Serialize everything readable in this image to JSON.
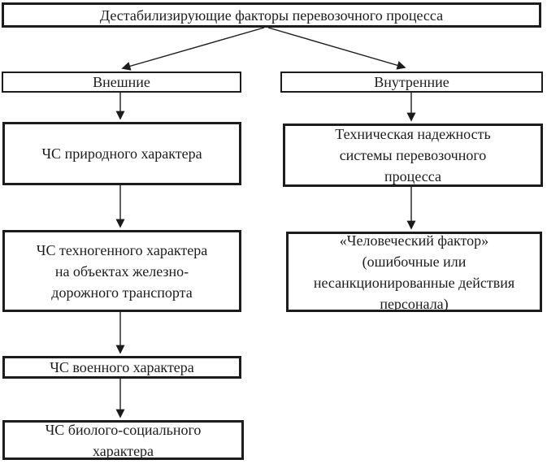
{
  "diagram": {
    "root": {
      "label": "Дестабилизирующие факторы перевозочного процесса"
    },
    "branches": [
      {
        "label": "Внешние",
        "children": [
          {
            "label": "ЧС природного характера"
          },
          {
            "label": "ЧС техногенного характера\nна объектах железно-\nдорожного транспорта"
          },
          {
            "label": "ЧС военного характера"
          },
          {
            "label": "ЧС биолого-социального\nхарактера"
          }
        ]
      },
      {
        "label": "Внутренние",
        "children": [
          {
            "label": "Техническая надежность\nсистемы перевозочного\nпроцесса"
          },
          {
            "label": "«Человеческий фактор»\n(ошибочные или\nнесанкционированные действия\nперсонала)"
          }
        ]
      }
    ],
    "colors": {
      "border": "#1c1c1c",
      "text": "#1c1c1c",
      "background": "#ffffff"
    }
  }
}
